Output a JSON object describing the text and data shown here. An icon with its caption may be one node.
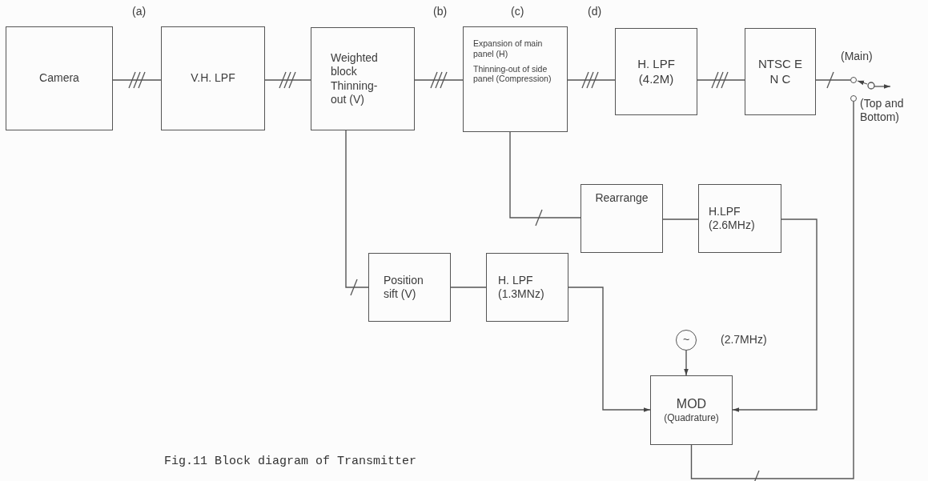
{
  "diagram": {
    "caption": "Fig.11 Block diagram of Transmitter",
    "nodes": [
      {
        "text": [
          "Camera"
        ]
      },
      {
        "text": [
          "V.H. LPF"
        ]
      },
      {
        "text": [
          "Weighted block Thinning-out (V)"
        ]
      },
      {
        "text": [
          "Expansion of main panel (H)",
          "Thinning-out of side panel (Compression)"
        ]
      },
      {
        "text": [
          "H. LPF (4.2M)"
        ]
      },
      {
        "text": [
          "NTSC E N C"
        ]
      },
      {
        "text": [],
        "shape": "circle",
        "beside": [
          "(Main)"
        ]
      },
      {
        "text": [],
        "shape": "circle",
        "beside": [
          "(Top and Bottom)"
        ]
      },
      {
        "text": [
          "Rearrange"
        ]
      },
      {
        "text": [
          "H.LPF (2.6MHz)"
        ]
      },
      {
        "text": [
          "Position sift (V)"
        ]
      },
      {
        "text": [
          "H. LPF (1.3MNz)"
        ]
      },
      {
        "text": [
          "~"
        ],
        "beside": [
          "(2.7MHz)"
        ]
      },
      {
        "text": [
          "MOD",
          "(Quadrature)"
        ]
      }
    ],
    "edges": [
      {
        "from": 0,
        "to": 1,
        "arrow": "none"
      },
      {
        "from": 1,
        "to": 2,
        "arrow": "none"
      },
      {
        "from": 2,
        "to": 3,
        "arrow": "none"
      },
      {
        "from": 3,
        "to": 4,
        "arrow": "none"
      },
      {
        "from": 4,
        "to": 5,
        "arrow": "none"
      },
      {
        "from": 5,
        "to": 6,
        "arrow": "none"
      },
      {
        "from": 3,
        "to": 8,
        "arrow": "none"
      },
      {
        "from": 8,
        "to": 9,
        "arrow": "none"
      },
      {
        "from": 9,
        "to": 13,
        "arrow": "to"
      },
      {
        "from": 2,
        "to": 10,
        "arrow": "none"
      },
      {
        "from": 10,
        "to": 11,
        "arrow": "none"
      },
      {
        "from": 11,
        "to": 13,
        "arrow": "to"
      },
      {
        "from": 12,
        "to": 13,
        "arrow": "to"
      },
      {
        "from": 13,
        "to": 7,
        "arrow": "none"
      }
    ],
    "labels": [
      "(a)",
      "(b)",
      "(c)",
      "(d)"
    ]
  }
}
